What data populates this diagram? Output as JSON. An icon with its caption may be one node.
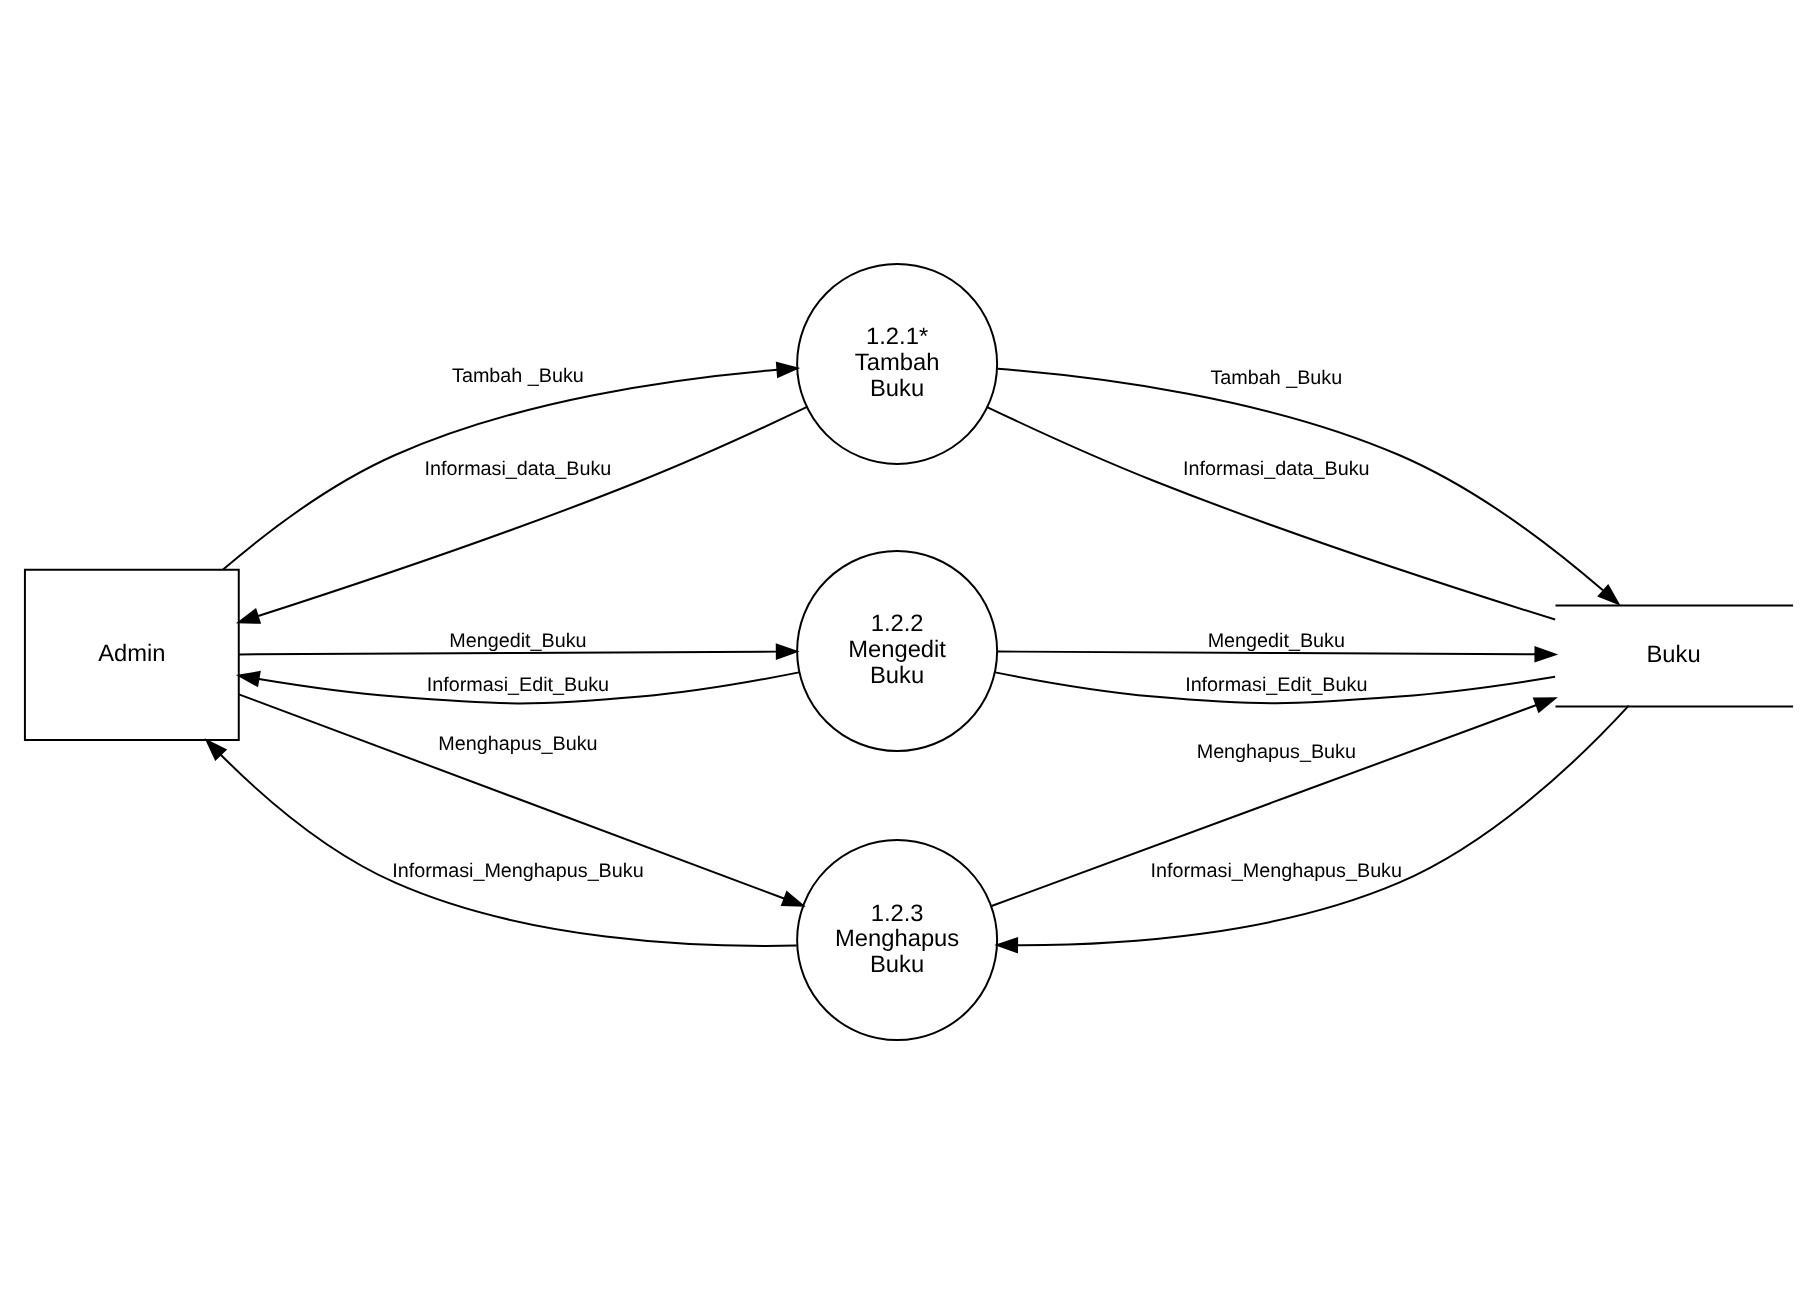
{
  "diagram": {
    "nodes": [
      {
        "text": [
          "Admin"
        ]
      },
      {
        "text": [
          "1.2.1* Tambah  Buku"
        ]
      },
      {
        "text": [
          "1.2.2 Mengedit Buku"
        ]
      },
      {
        "text": [
          "1.2.3 Menghapus Buku"
        ]
      },
      {
        "text": [
          "Buku"
        ]
      }
    ],
    "edges": [
      {
        "from": 0,
        "to": 1,
        "arrow": "to",
        "label": "Tambah _Buku"
      },
      {
        "from": 1,
        "to": 0,
        "arrow": "to",
        "label": "Informasi_data_Buku"
      },
      {
        "from": 0,
        "to": 2,
        "arrow": "to",
        "label": "Mengedit_Buku"
      },
      {
        "from": 2,
        "to": 0,
        "arrow": "to",
        "label": "Informasi_Edit_Buku"
      },
      {
        "from": 0,
        "to": 3,
        "arrow": "to",
        "label": "Menghapus_Buku"
      },
      {
        "from": 3,
        "to": 0,
        "arrow": "to",
        "label": "Informasi_Menghapus_Buku"
      },
      {
        "from": 1,
        "to": 4,
        "arrow": "to",
        "label": "Tambah _Buku"
      },
      {
        "from": 4,
        "to": 1,
        "arrow": "none",
        "label": "Informasi_data_Buku"
      },
      {
        "from": 2,
        "to": 4,
        "arrow": "to",
        "label": "Mengedit_Buku"
      },
      {
        "from": 4,
        "to": 2,
        "arrow": "none",
        "label": "Informasi_Edit_Buku"
      },
      {
        "from": 3,
        "to": 4,
        "arrow": "to",
        "label": "Menghapus_Buku"
      },
      {
        "from": 4,
        "to": 3,
        "arrow": "to",
        "label": "Informasi_Menghapus_Buku"
      }
    ]
  }
}
